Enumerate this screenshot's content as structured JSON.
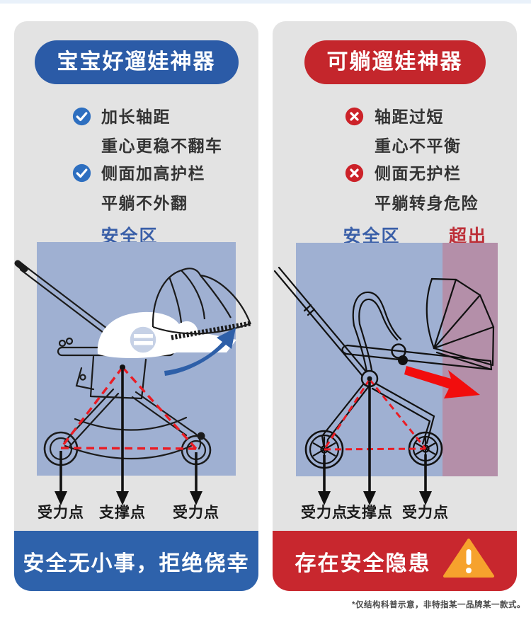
{
  "page": {
    "footnote": "*仅结构科普示意，非特指某一品牌某一款式。",
    "colors": {
      "panel_bg": "#e3e3e3",
      "blue_accent": "#2e62ab",
      "red_accent": "#c8272e",
      "safety_zone_blue": "#9fb0d2",
      "overflow_zone_mauve": "#b48fa9",
      "zone_label_blue": "#3a5fa8",
      "overflow_label_red": "#bd2f38",
      "dashed_line_red": "#ea1c24",
      "warning_orange": "#f6a22d"
    }
  },
  "left_panel": {
    "header": "宝宝好遛娃神器",
    "points": [
      {
        "icon": "check-icon",
        "line1": "加长轴距",
        "line2": "重心更稳不翻车"
      },
      {
        "icon": "check-icon",
        "line1": "侧面加高护栏",
        "line2": "平躺不外翻"
      }
    ],
    "zone_label": "安全区",
    "force_labels": [
      "受力点",
      "支撑点",
      "受力点"
    ],
    "banner": "安全无小事，拒绝侥幸"
  },
  "right_panel": {
    "header": "可躺遛娃神器",
    "points": [
      {
        "icon": "cross-icon",
        "line1": "轴距过短",
        "line2": "重心不平衡"
      },
      {
        "icon": "cross-icon",
        "line1": "侧面无护栏",
        "line2": "平躺转身危险"
      }
    ],
    "zone_label": "安全区",
    "overflow_label": "超出",
    "force_labels": [
      "受力点",
      "支撑点",
      "受力点"
    ],
    "banner": "存在安全隐患"
  }
}
